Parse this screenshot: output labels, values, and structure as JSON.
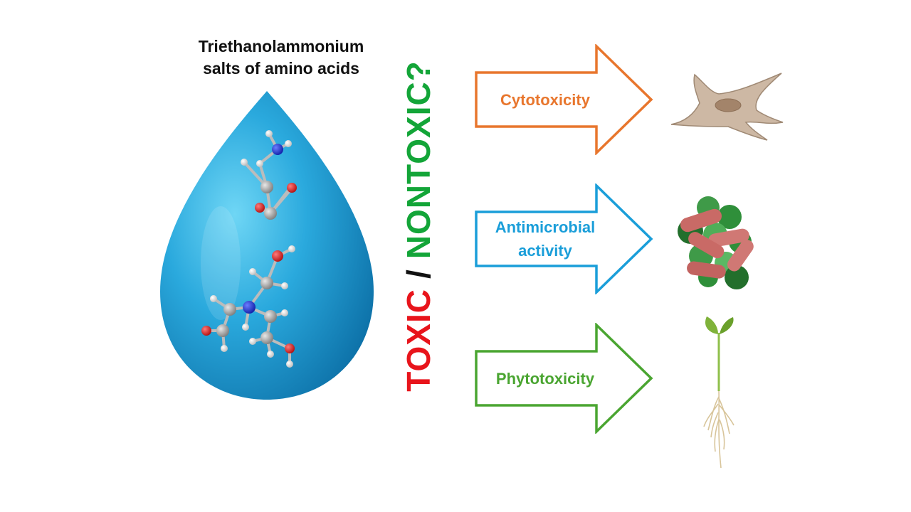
{
  "title": {
    "line1": "Triethanolammonium",
    "line2": "salts of amino acids"
  },
  "vertical_label": {
    "toxic": "TOXIC",
    "separator": "/",
    "nontoxic": "NONTOXIC?"
  },
  "arrows": [
    {
      "id": "cyto",
      "lines": [
        "Cytotoxicity"
      ],
      "color": "#e8762d"
    },
    {
      "id": "anti",
      "lines": [
        "Antimicrobial",
        "activity"
      ],
      "color": "#1a9ed9"
    },
    {
      "id": "phyto",
      "lines": [
        "Phytotoxicity"
      ],
      "color": "#4aa531"
    }
  ],
  "colors": {
    "drop": "#2aa9dd",
    "atom_carbon": "#9e9e9e",
    "atom_oxygen": "#d21f1f",
    "atom_nitrogen": "#1f2fd6",
    "atom_hydrogen": "#f2f2f2",
    "cell": "#cdb8a4",
    "bacteria_rod": "#c96a66",
    "bacteria_cocci": "#2f8f3a",
    "plant": "#7fb23a"
  }
}
